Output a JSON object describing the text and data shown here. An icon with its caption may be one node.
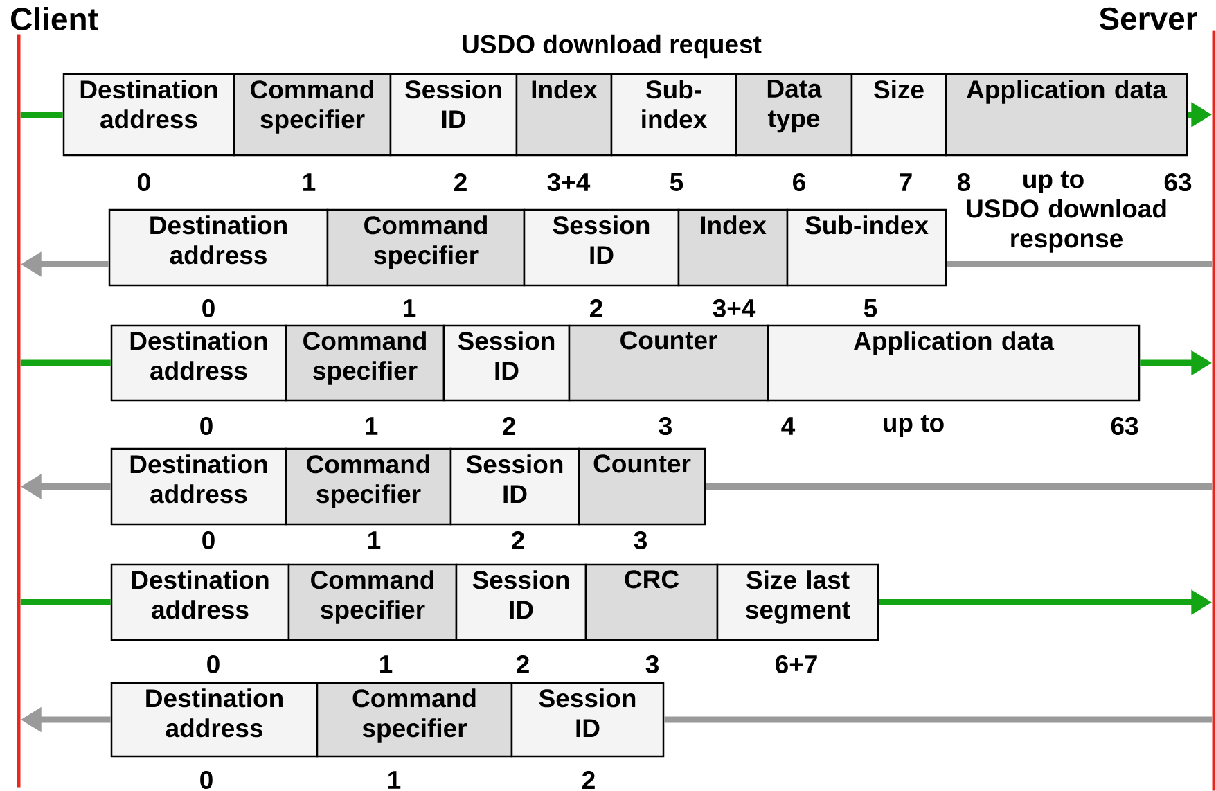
{
  "diagram": {
    "nodes": [
      {
        "text": [
          "Client"
        ]
      },
      {
        "text": [
          "Server"
        ]
      },
      {
        "text": [
          "Destination address"
        ]
      },
      {
        "text": [
          "Command specifier"
        ]
      },
      {
        "text": [
          "Session ID"
        ]
      },
      {
        "text": [
          "Index"
        ]
      },
      {
        "text": [
          "Sub-index"
        ]
      },
      {
        "text": [
          "Data type"
        ]
      },
      {
        "text": [
          "Size"
        ]
      },
      {
        "text": [
          "Application data"
        ]
      },
      {
        "text": [
          "Destination address"
        ]
      },
      {
        "text": [
          "Command specifier"
        ]
      },
      {
        "text": [
          "Session ID"
        ]
      },
      {
        "text": [
          "Index"
        ]
      },
      {
        "text": [
          "Sub-index"
        ]
      },
      {
        "text": [
          "Destination address"
        ]
      },
      {
        "text": [
          "Command specifier"
        ]
      },
      {
        "text": [
          "Session ID"
        ]
      },
      {
        "text": [
          "Counter"
        ]
      },
      {
        "text": [
          "Application data"
        ]
      },
      {
        "text": [
          "Destination address"
        ]
      },
      {
        "text": [
          "Command specifier"
        ]
      },
      {
        "text": [
          "Session ID"
        ]
      },
      {
        "text": [
          "Counter"
        ]
      },
      {
        "text": [
          "Destination address"
        ]
      },
      {
        "text": [
          "Command specifier"
        ]
      },
      {
        "text": [
          "Session ID"
        ]
      },
      {
        "text": [
          "CRC"
        ]
      },
      {
        "text": [
          "Size last segment"
        ]
      },
      {
        "text": [
          "Destination address"
        ]
      },
      {
        "text": [
          "Command specifier"
        ]
      },
      {
        "text": [
          "Session ID"
        ]
      }
    ],
    "edges": [
      {
        "from": 0,
        "to": 2,
        "arrow": "none",
        "color": "#13a513"
      },
      {
        "from": 9,
        "to": 1,
        "arrow": "to",
        "color": "#13a513"
      },
      {
        "from": 1,
        "to": 14,
        "arrow": "none",
        "color": "#9a9a9a"
      },
      {
        "from": 10,
        "to": 0,
        "arrow": "to",
        "color": "#9a9a9a"
      },
      {
        "from": 0,
        "to": 15,
        "arrow": "none",
        "color": "#13a513"
      },
      {
        "from": 19,
        "to": 1,
        "arrow": "to",
        "color": "#13a513"
      },
      {
        "from": 1,
        "to": 23,
        "arrow": "none",
        "color": "#9a9a9a"
      },
      {
        "from": 20,
        "to": 0,
        "arrow": "to",
        "color": "#9a9a9a"
      },
      {
        "from": 0,
        "to": 24,
        "arrow": "none",
        "color": "#13a513"
      },
      {
        "from": 28,
        "to": 1,
        "arrow": "to",
        "color": "#13a513"
      },
      {
        "from": 1,
        "to": 31,
        "arrow": "none",
        "color": "#9a9a9a"
      },
      {
        "from": 29,
        "to": 0,
        "arrow": "to",
        "color": "#9a9a9a"
      }
    ],
    "labels": [
      "USDO download request",
      "0",
      "1",
      "2",
      "3+4",
      "5",
      "6",
      "7",
      "8",
      "up to",
      "63",
      "USDO download response",
      "0",
      "1",
      "2",
      "3+4",
      "5",
      "0",
      "1",
      "2",
      "3",
      "4",
      "up to",
      "63",
      "0",
      "1",
      "2",
      "3",
      "0",
      "1",
      "2",
      "3",
      "6+7",
      "0",
      "1",
      "2"
    ]
  }
}
